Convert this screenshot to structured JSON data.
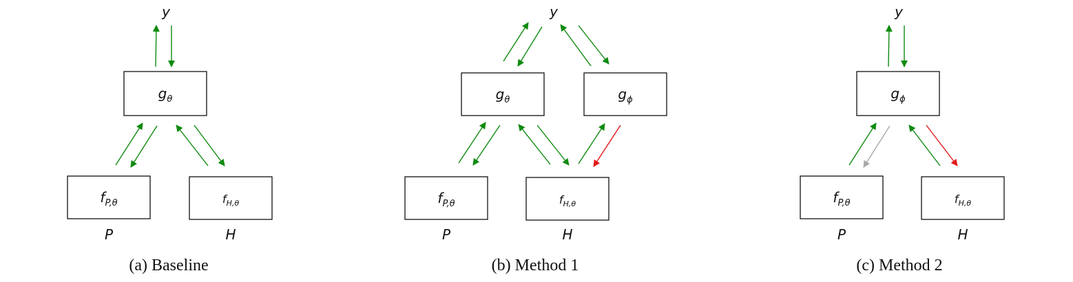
{
  "colors": {
    "green": "#0f8a0f",
    "red": "#e11a1a",
    "gray": "#a8a8a8"
  },
  "panels": [
    {
      "caption": "(a) Baseline",
      "output_label": "y",
      "nodes": [
        {
          "id": "g_theta",
          "base": "g",
          "sub": "θ"
        },
        {
          "id": "f_P",
          "base": "f",
          "sub": "P,θ"
        },
        {
          "id": "f_H",
          "base": "f",
          "sub": "H,θ"
        }
      ],
      "inputs": [
        "P",
        "H"
      ],
      "arrows": [
        {
          "from": "g_theta",
          "to": "y",
          "color": "green"
        },
        {
          "from": "y",
          "to": "g_theta",
          "color": "green"
        },
        {
          "from": "f_P",
          "to": "g_theta",
          "color": "green"
        },
        {
          "from": "g_theta",
          "to": "f_P",
          "color": "green"
        },
        {
          "from": "f_H",
          "to": "g_theta",
          "color": "green"
        },
        {
          "from": "g_theta",
          "to": "f_H",
          "color": "green"
        }
      ]
    },
    {
      "caption": "(b) Method 1",
      "output_label": "y",
      "nodes": [
        {
          "id": "g_theta",
          "base": "g",
          "sub": "θ"
        },
        {
          "id": "g_phi",
          "base": "g",
          "sub": "ϕ"
        },
        {
          "id": "f_P",
          "base": "f",
          "sub": "P,θ"
        },
        {
          "id": "f_H",
          "base": "f",
          "sub": "H,θ"
        }
      ],
      "inputs": [
        "P",
        "H"
      ],
      "arrows": [
        {
          "from": "g_theta",
          "to": "y",
          "color": "green"
        },
        {
          "from": "y",
          "to": "g_theta",
          "color": "green"
        },
        {
          "from": "g_phi",
          "to": "y",
          "color": "green"
        },
        {
          "from": "y",
          "to": "g_phi",
          "color": "green"
        },
        {
          "from": "f_P",
          "to": "g_theta",
          "color": "green"
        },
        {
          "from": "g_theta",
          "to": "f_P",
          "color": "green"
        },
        {
          "from": "f_H",
          "to": "g_theta",
          "color": "green"
        },
        {
          "from": "g_theta",
          "to": "f_H",
          "color": "green"
        },
        {
          "from": "f_H",
          "to": "g_phi",
          "color": "green"
        },
        {
          "from": "g_phi",
          "to": "f_H",
          "color": "red"
        }
      ]
    },
    {
      "caption": "(c) Method 2",
      "output_label": "y",
      "nodes": [
        {
          "id": "g_phi",
          "base": "g",
          "sub": "ϕ"
        },
        {
          "id": "f_P",
          "base": "f",
          "sub": "P,θ"
        },
        {
          "id": "f_H",
          "base": "f",
          "sub": "H,θ"
        }
      ],
      "inputs": [
        "P",
        "H"
      ],
      "arrows": [
        {
          "from": "g_phi",
          "to": "y",
          "color": "green"
        },
        {
          "from": "y",
          "to": "g_phi",
          "color": "green"
        },
        {
          "from": "f_P",
          "to": "g_phi",
          "color": "green"
        },
        {
          "from": "g_phi",
          "to": "f_P",
          "color": "gray"
        },
        {
          "from": "f_H",
          "to": "g_phi",
          "color": "green"
        },
        {
          "from": "g_phi",
          "to": "f_H",
          "color": "red"
        }
      ]
    }
  ]
}
